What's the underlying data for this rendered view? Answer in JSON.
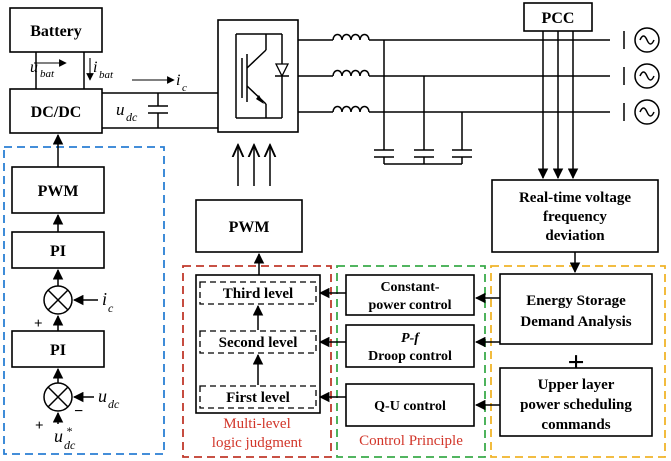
{
  "blocks": {
    "battery": "Battery",
    "dcdc": "DC/DC",
    "pwm_left": "PWM",
    "pi_top": "PI",
    "pi_bottom": "PI",
    "pwm_mid": "PWM",
    "pcc": "PCC",
    "realtime_line1": "Real-time voltage",
    "realtime_line2": "frequency",
    "realtime_line3": "deviation",
    "third_level": "Third level",
    "second_level": "Second level",
    "first_level": "First level",
    "constant_line1": "Constant-",
    "constant_line2": "power control",
    "pf_line1": "P-f",
    "pf_line2": "Droop control",
    "qu": "Q-U control",
    "esda_line1": "Energy Storage",
    "esda_line2": "Demand Analysis",
    "upper_line1": "Upper layer",
    "upper_line2": "power scheduling",
    "upper_line3": "commands",
    "plus_sign": "+"
  },
  "group_labels": {
    "multi_line1": "Multi-level",
    "multi_line2": "logic judgment",
    "control_principle": "Control Principle"
  },
  "variables": {
    "u_bat_main": "u",
    "u_bat_sub": "bat",
    "i_bat_main": "i",
    "i_bat_sub": "bat",
    "i_c_main": "i",
    "i_c_sub": "c",
    "u_dc_main": "u",
    "u_dc_sub": "dc",
    "ic_input_main": "i",
    "ic_input_sub": "c",
    "udc_input_main": "u",
    "udc_input_sub": "dc",
    "udc_ref_main": "u",
    "udc_ref_sub": "dc",
    "udc_ref_sup": "*",
    "plus_top": "+",
    "plus_bottom": "+",
    "minus_bottom": "−"
  },
  "colors": {
    "blue_dash": "#2a7fd4",
    "red_dash": "#c0392b",
    "green_dash": "#3aab4a",
    "orange_dash": "#f0b429",
    "red_text": "#d2362a",
    "text": "#000000"
  }
}
